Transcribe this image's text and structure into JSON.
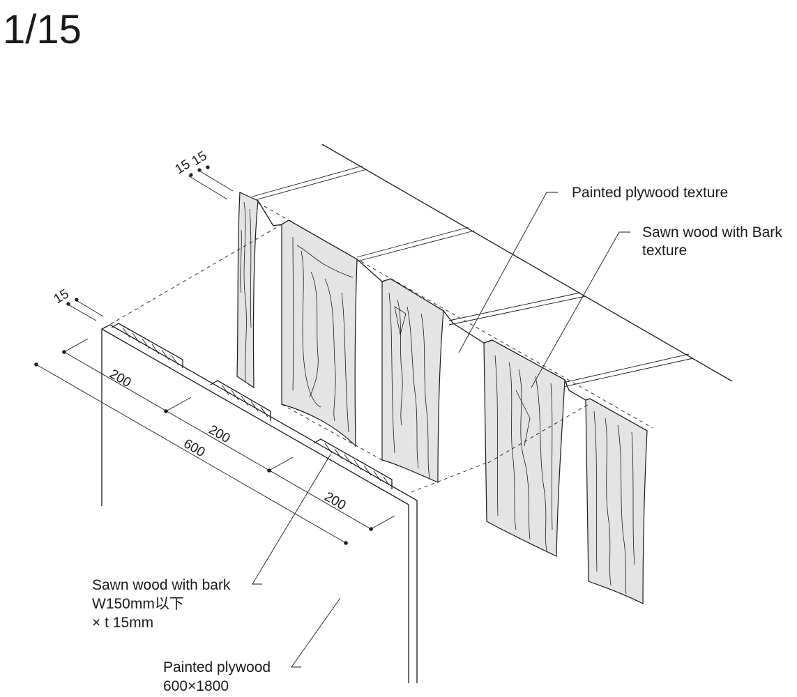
{
  "scale": {
    "label": "1/15",
    "color": "#b0307a"
  },
  "callouts": {
    "painted_plywood_texture": "Painted plywood texture",
    "sawn_wood_bark_texture_line1": "Sawn wood with Bark",
    "sawn_wood_bark_texture_line2": "texture",
    "sawn_wood_bark_line1": "Sawn wood with bark",
    "sawn_wood_bark_line2": "W150mm以下",
    "sawn_wood_bark_line3": "× t 15mm",
    "painted_plywood_line1": "Painted plywood",
    "painted_plywood_line2": "600×1800"
  },
  "dimensions": {
    "top_offsets": [
      "15",
      "15"
    ],
    "side_offset": "15",
    "spacing": [
      "200",
      "200",
      "200"
    ],
    "overall": "600"
  },
  "colors": {
    "line": "#1a1a1a",
    "wood_fill": "#e4e4e4",
    "background": "#ffffff"
  }
}
